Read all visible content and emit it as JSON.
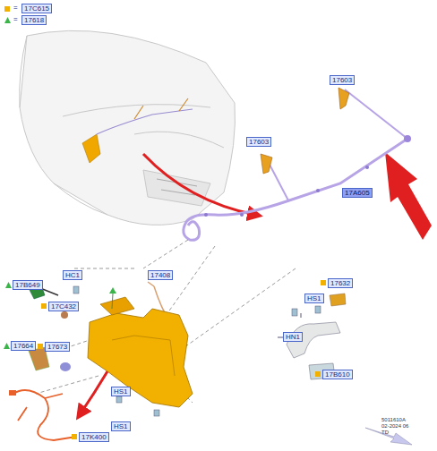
{
  "diagram": {
    "labels": [
      "=",
      "=",
      "17603",
      "17603",
      "17A605",
      "17B649",
      "HC1",
      "17C432",
      "17408",
      "17632",
      "HS1",
      "HN1",
      "17B610",
      "17664",
      "17673",
      "HS1",
      "HS1",
      "17K400",
      "5011610A",
      "02-2024 06",
      "TD"
    ],
    "legend": [
      {
        "text": "17C615",
        "color": "#f2b000"
      },
      {
        "text": "17618"
      }
    ]
  }
}
